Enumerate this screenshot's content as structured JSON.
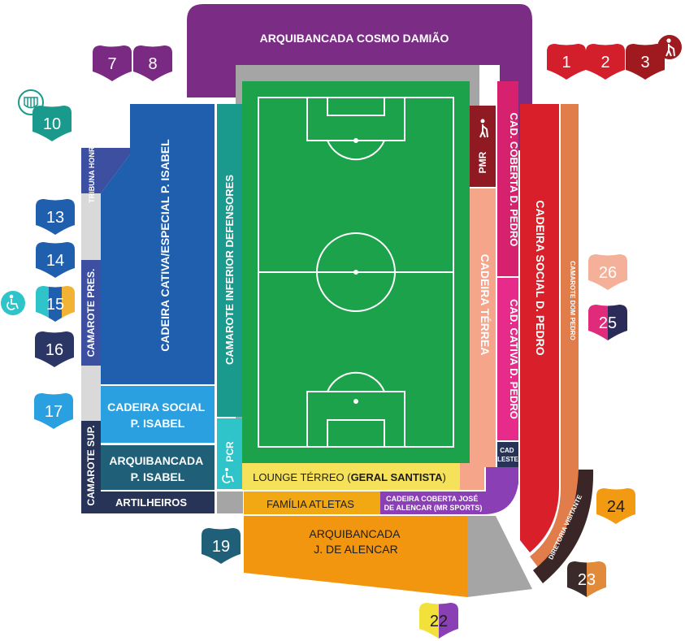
{
  "stands": {
    "cosmo_damiao": "ARQUIBANCADA COSMO DAMIÃO",
    "tribuna_honra": "TRIBUNA HONRA",
    "cadeira_cativa_isabel": "CADEIRA CATIVA/ESPECIAL P. ISABEL",
    "camarote_inferior": "CAMAROTE INFERIOR DEFENSORES",
    "camarote_pres": "CAMAROTE PRES.",
    "camarote_sup": "CAMAROTE SUP.",
    "cadeira_social_isabel_1": "CADEIRA SOCIAL",
    "cadeira_social_isabel_2": "P. ISABEL",
    "arquibancada_isabel_1": "ARQUIBANCADA",
    "arquibancada_isabel_2": "P. ISABEL",
    "artilheiros": "ARTILHEIROS",
    "pcr": "PCR",
    "lounge_prefix": "LOUNGE TÉRREO (",
    "lounge_bold": "GERAL SANTISTA",
    "lounge_suffix": ")",
    "familia_atletas": "FAMÍLIA ATLETAS",
    "cadeira_coberta_jose_1": "CADEIRA COBERTA JOSÉ",
    "cadeira_coberta_jose_2": "DE ALENCAR (",
    "cadeira_coberta_jose_bold": "MR SPORTS",
    "cadeira_coberta_jose_3": ")",
    "arquibancada_alencar_1": "ARQUIBANCADA",
    "arquibancada_alencar_2": "J. DE ALENCAR",
    "pmr": "PMR",
    "cad_coberta_pedro": "CAD. COBERTA D. PEDRO",
    "cad_cativa_pedro": "CAD. CATIVA D. PEDRO",
    "cad_leste_1": "CAD",
    "cad_leste_2": "LESTE",
    "cadeira_terrea": "CADEIRA TÉRREA",
    "cadeira_social_pedro": "CADEIRA SOCIAL D. PEDRO",
    "camarote_dom_pedro": "CAMAROTE DOM PEDRO",
    "diretoria_visitante": "DIRETORIA VISITANTE"
  },
  "gates": [
    {
      "label": "1",
      "color": "#d21f2b"
    },
    {
      "label": "2",
      "color": "#d21f2b"
    },
    {
      "label": "3",
      "color": "#9e1a1f"
    },
    {
      "label": "7",
      "color": "#7a2a82"
    },
    {
      "label": "8",
      "color": "#7a2a82"
    },
    {
      "label": "10",
      "color": "#1a9a8c"
    },
    {
      "label": "13",
      "color": "#1f5fae"
    },
    {
      "label": "14",
      "color": "#1f5fae"
    },
    {
      "label": "15",
      "colors": [
        "#2ec4c9",
        "#1f5fae",
        "#f2b233"
      ]
    },
    {
      "label": "16",
      "color": "#2b3566"
    },
    {
      "label": "17",
      "color": "#2aa0e0"
    },
    {
      "label": "19",
      "color": "#1f5f78"
    },
    {
      "label": "22",
      "colors": [
        "#f2e13a",
        "#8a3fb5"
      ]
    },
    {
      "label": "23",
      "colors": [
        "#3a2a2a",
        "#e08a3a"
      ]
    },
    {
      "label": "24",
      "color": "#f29a12"
    },
    {
      "label": "25",
      "colors": [
        "#e02b7a",
        "#2b2b5a"
      ]
    },
    {
      "label": "26",
      "color": "#f5b09a"
    }
  ],
  "icons": [
    "elderly-icon",
    "wheelchair-icon",
    "club-crest-icon"
  ],
  "colors": {
    "pitch": "#1ca24a",
    "cosmo_damiao": "#7b2c85",
    "cadeira_cativa_isabel": "#1f5fae",
    "camarote_inferior": "#1a9a8c",
    "cadeira_social_isabel": "#2aa0e0",
    "arquibancada_isabel": "#1f5f78",
    "camarote_left": "#3c4fa0",
    "artilheiros": "#283358",
    "lounge": "#f5e25a",
    "familia": "#f2a812",
    "mr_sports": "#8a3fb5",
    "arquibancada_alencar": "#f2960f",
    "pmr": "#8f1a22",
    "cad_coberta_pedro": "#d6226e",
    "cad_cativa_pedro": "#e62b8a",
    "cadeira_terrea": "#f5a68a",
    "cadeira_social_pedro": "#d81f2a",
    "camarote_dom_pedro": "#e07d4a",
    "diretoria_visitante": "#3a2626",
    "gray": "#a5a5a5"
  }
}
